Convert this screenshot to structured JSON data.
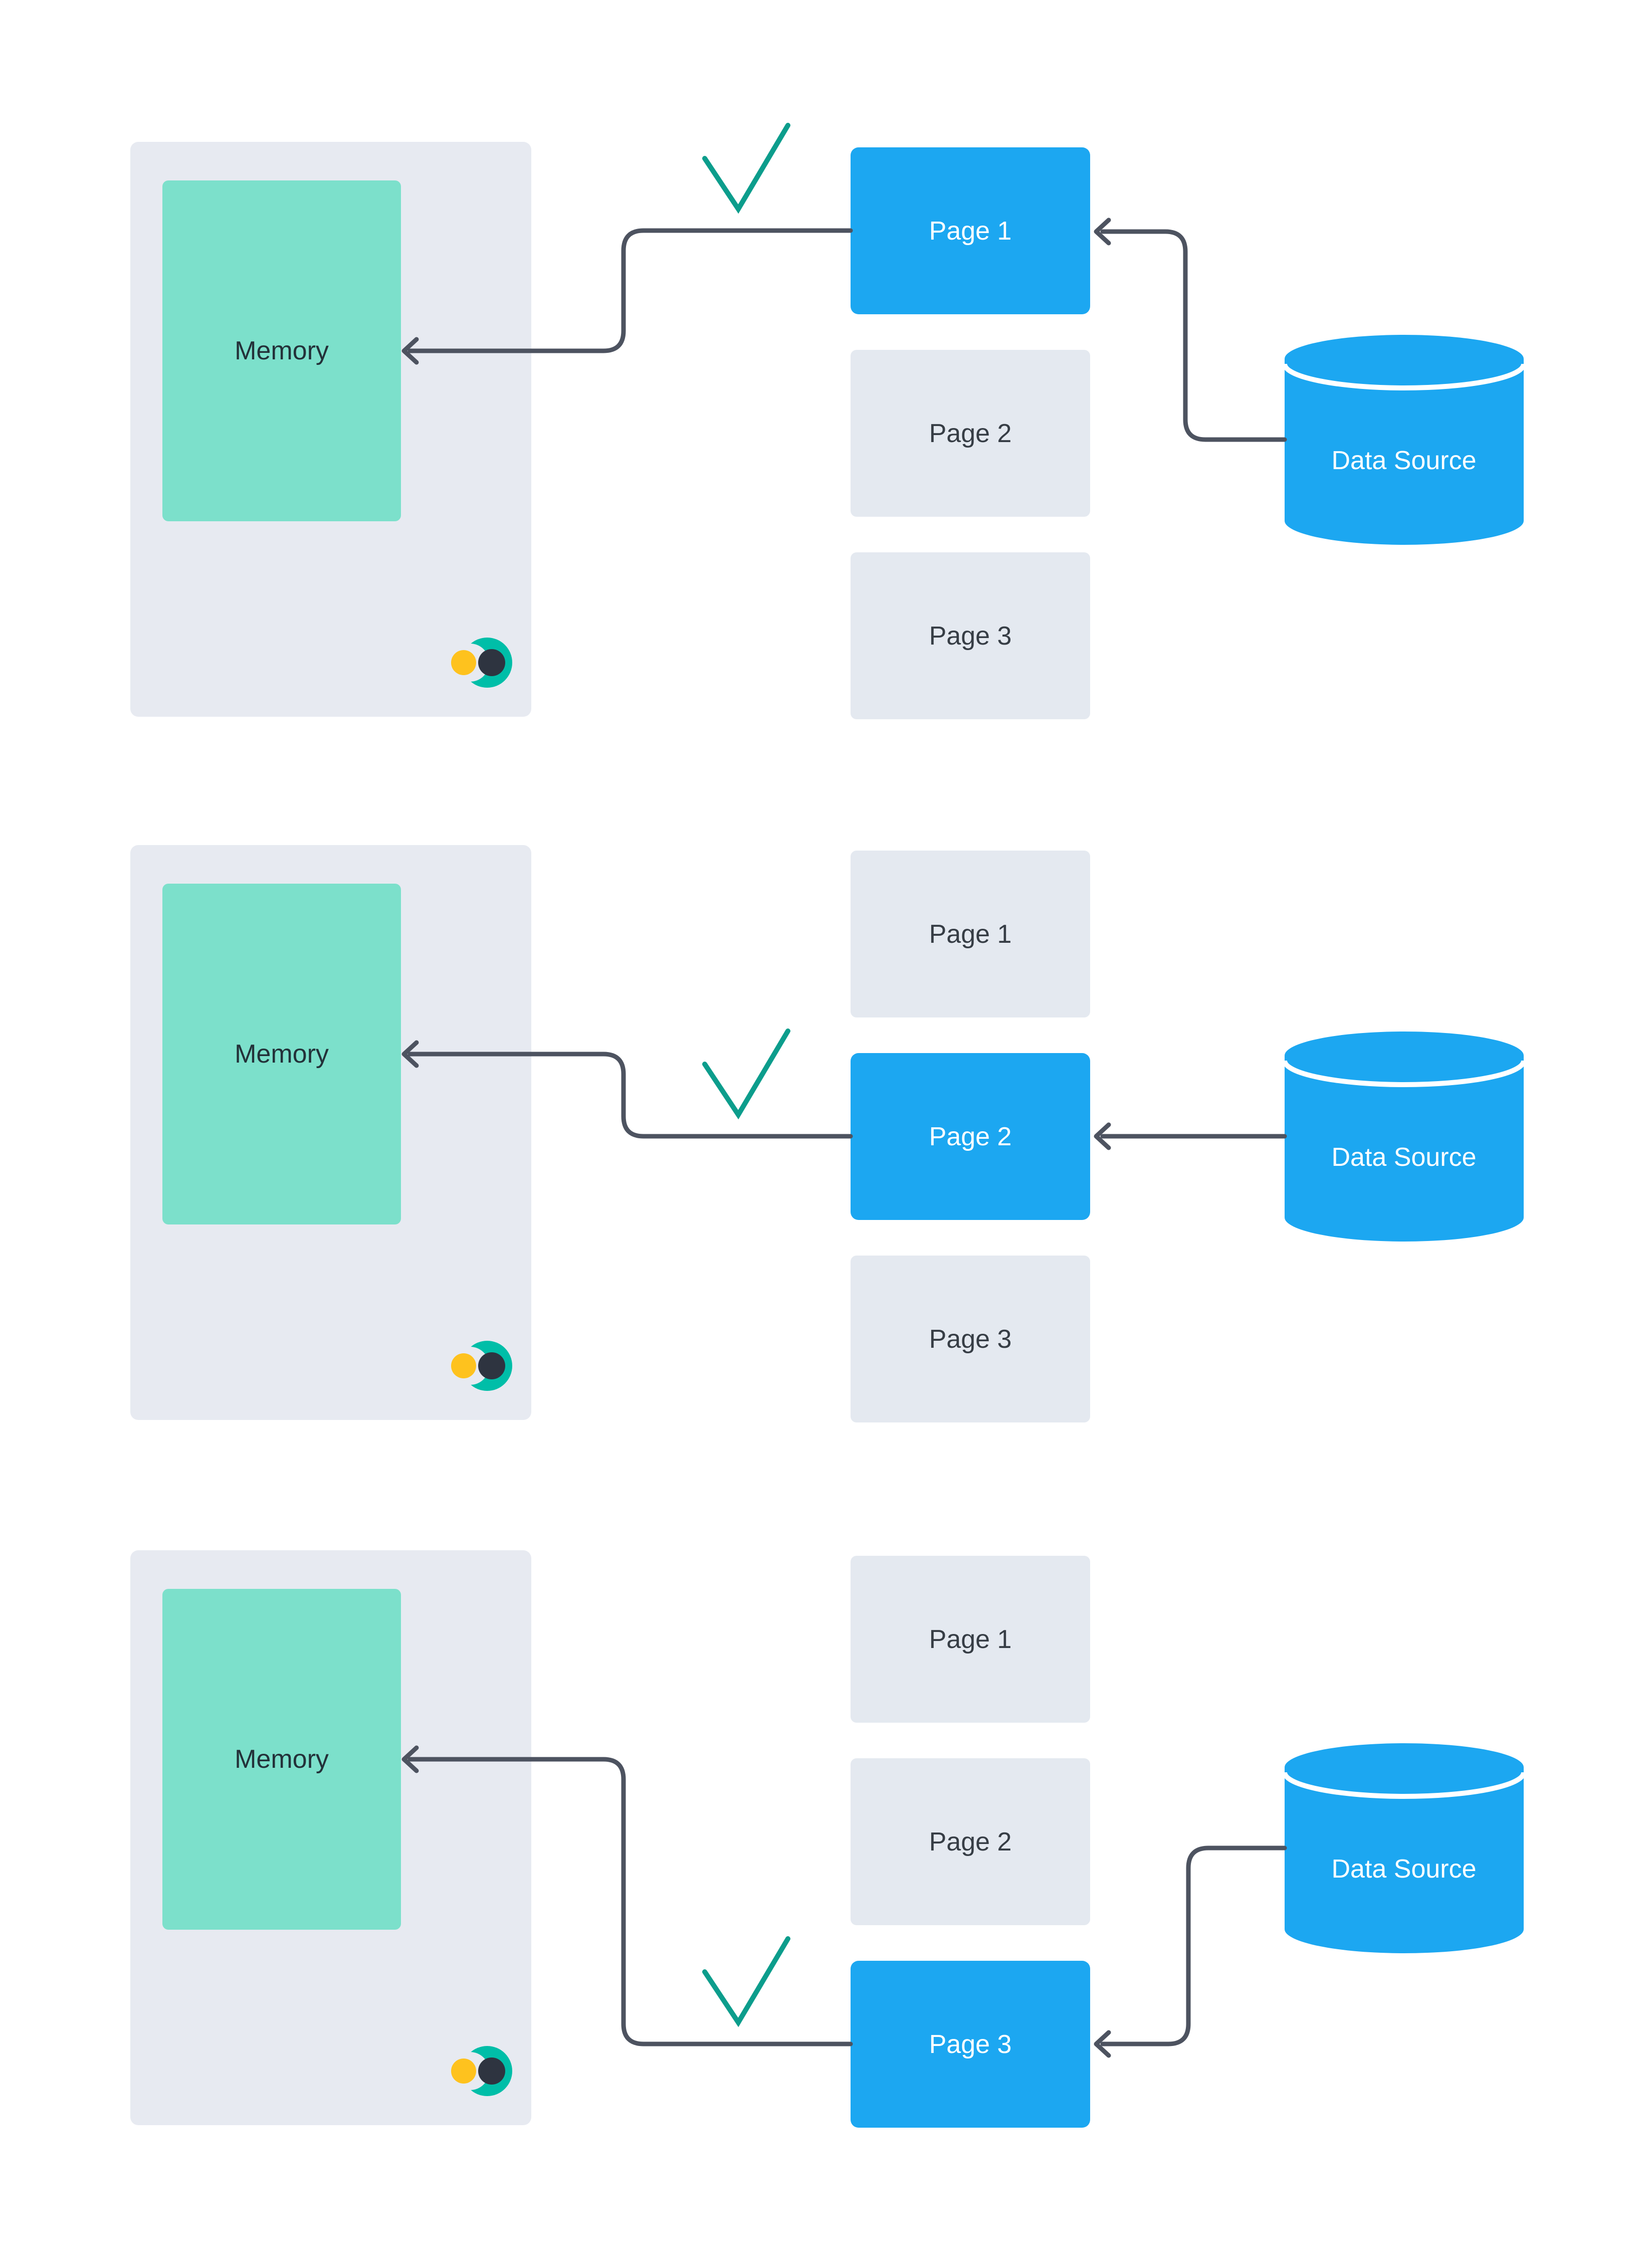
{
  "title": "Memory paging diagram",
  "colors": {
    "accent-blue": "#1CA7F1",
    "memory-teal": "#7CE0CB",
    "container-gray": "#E7EAF1",
    "page-gray": "#E4E9F0",
    "connector-dark": "#4D5360",
    "check-teal": "#0C9D8C",
    "logo-teal": "#00BEA8",
    "logo-yellow": "#FEC21E",
    "logo-navy": "#2E3440",
    "memory-text": "#233139",
    "page-text": "#363D45",
    "white": "#FFFFFF"
  },
  "icons": {
    "checkmark": "checkmark-icon",
    "arrow": "arrow-left-icon",
    "database": "database-cylinder-icon",
    "logo": "crescent-moon-logo-icon"
  },
  "rows": [
    {
      "memory_label": "Memory",
      "datasource_label": "Data Source",
      "active_page": "Page 1",
      "active_index": 0,
      "pages": [
        {
          "label": "Page 1",
          "active": true
        },
        {
          "label": "Page 2",
          "active": false
        },
        {
          "label": "Page 3",
          "active": false
        }
      ]
    },
    {
      "memory_label": "Memory",
      "datasource_label": "Data Source",
      "active_page": "Page 2",
      "active_index": 1,
      "pages": [
        {
          "label": "Page 1",
          "active": false
        },
        {
          "label": "Page 2",
          "active": true
        },
        {
          "label": "Page 3",
          "active": false
        }
      ]
    },
    {
      "memory_label": "Memory",
      "datasource_label": "Data Source",
      "active_page": "Page 3",
      "active_index": 2,
      "pages": [
        {
          "label": "Page 1",
          "active": false
        },
        {
          "label": "Page 2",
          "active": false
        },
        {
          "label": "Page 3",
          "active": true
        }
      ]
    }
  ]
}
